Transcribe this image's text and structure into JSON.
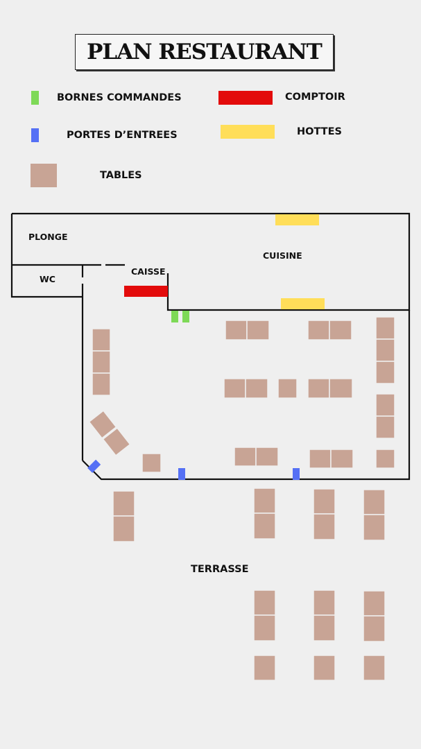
{
  "title": "PLAN RESTAURANT",
  "legend": {
    "bornes": {
      "label": "BORNES COMMANDES",
      "color": "#7ed957"
    },
    "comptoir": {
      "label": "COMPTOIR",
      "color": "#e30b0b"
    },
    "portes": {
      "label": "PORTES D’ENTREES",
      "color": "#5570f5"
    },
    "hottes": {
      "label": "HOTTES",
      "color": "#ffde59"
    },
    "tables": {
      "label": "TABLES",
      "color": "#c8a495"
    }
  },
  "rooms": {
    "plonge": "PLONGE",
    "wc": "WC",
    "caisse": "CAISSE",
    "cuisine": "CUISINE",
    "terrasse": "TERRASSE"
  },
  "wall_color": "#111111"
}
